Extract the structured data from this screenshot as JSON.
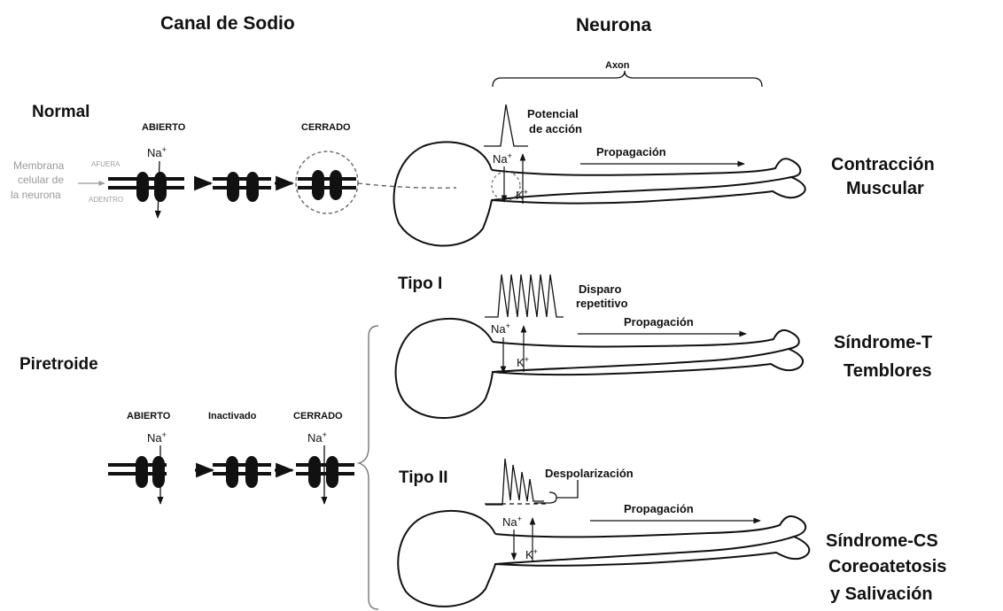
{
  "titles": {
    "sodium_channel": "Canal de Sodio",
    "neuron": "Neurona",
    "normal": "Normal",
    "pyrethroid": "Piretroide",
    "type1": "Tipo I",
    "type2": "Tipo II"
  },
  "membrane": {
    "label_line1": "Membrana",
    "label_line2": "celular de",
    "label_line3": "la neurona",
    "outside": "AFUERA",
    "inside": "ADENTRO"
  },
  "channel_states": {
    "normal_open": "ABIERTO",
    "normal_closed": "CERRADO",
    "pyr_open": "ABIERTO",
    "pyr_inactivated": "Inactivado",
    "pyr_closed": "CERRADO"
  },
  "ions": {
    "na": "Na",
    "k": "K",
    "plus": "+"
  },
  "neuron_labels": {
    "axon": "Axon",
    "action_potential_line1": "Potencial",
    "action_potential_line2": "de acción",
    "propagation": "Propagación",
    "repetitive_line1": "Disparo",
    "repetitive_line2": "repetitivo",
    "depolarization": "Despolarización"
  },
  "outcomes": {
    "normal_line1": "Contracción",
    "normal_line2": "Muscular",
    "t_line1": "Síndrome-T",
    "t_line2": "Temblores",
    "cs_line1": "Síndrome-CS",
    "cs_line2": "Coreoatetosis",
    "cs_line3": "y Salivación"
  }
}
